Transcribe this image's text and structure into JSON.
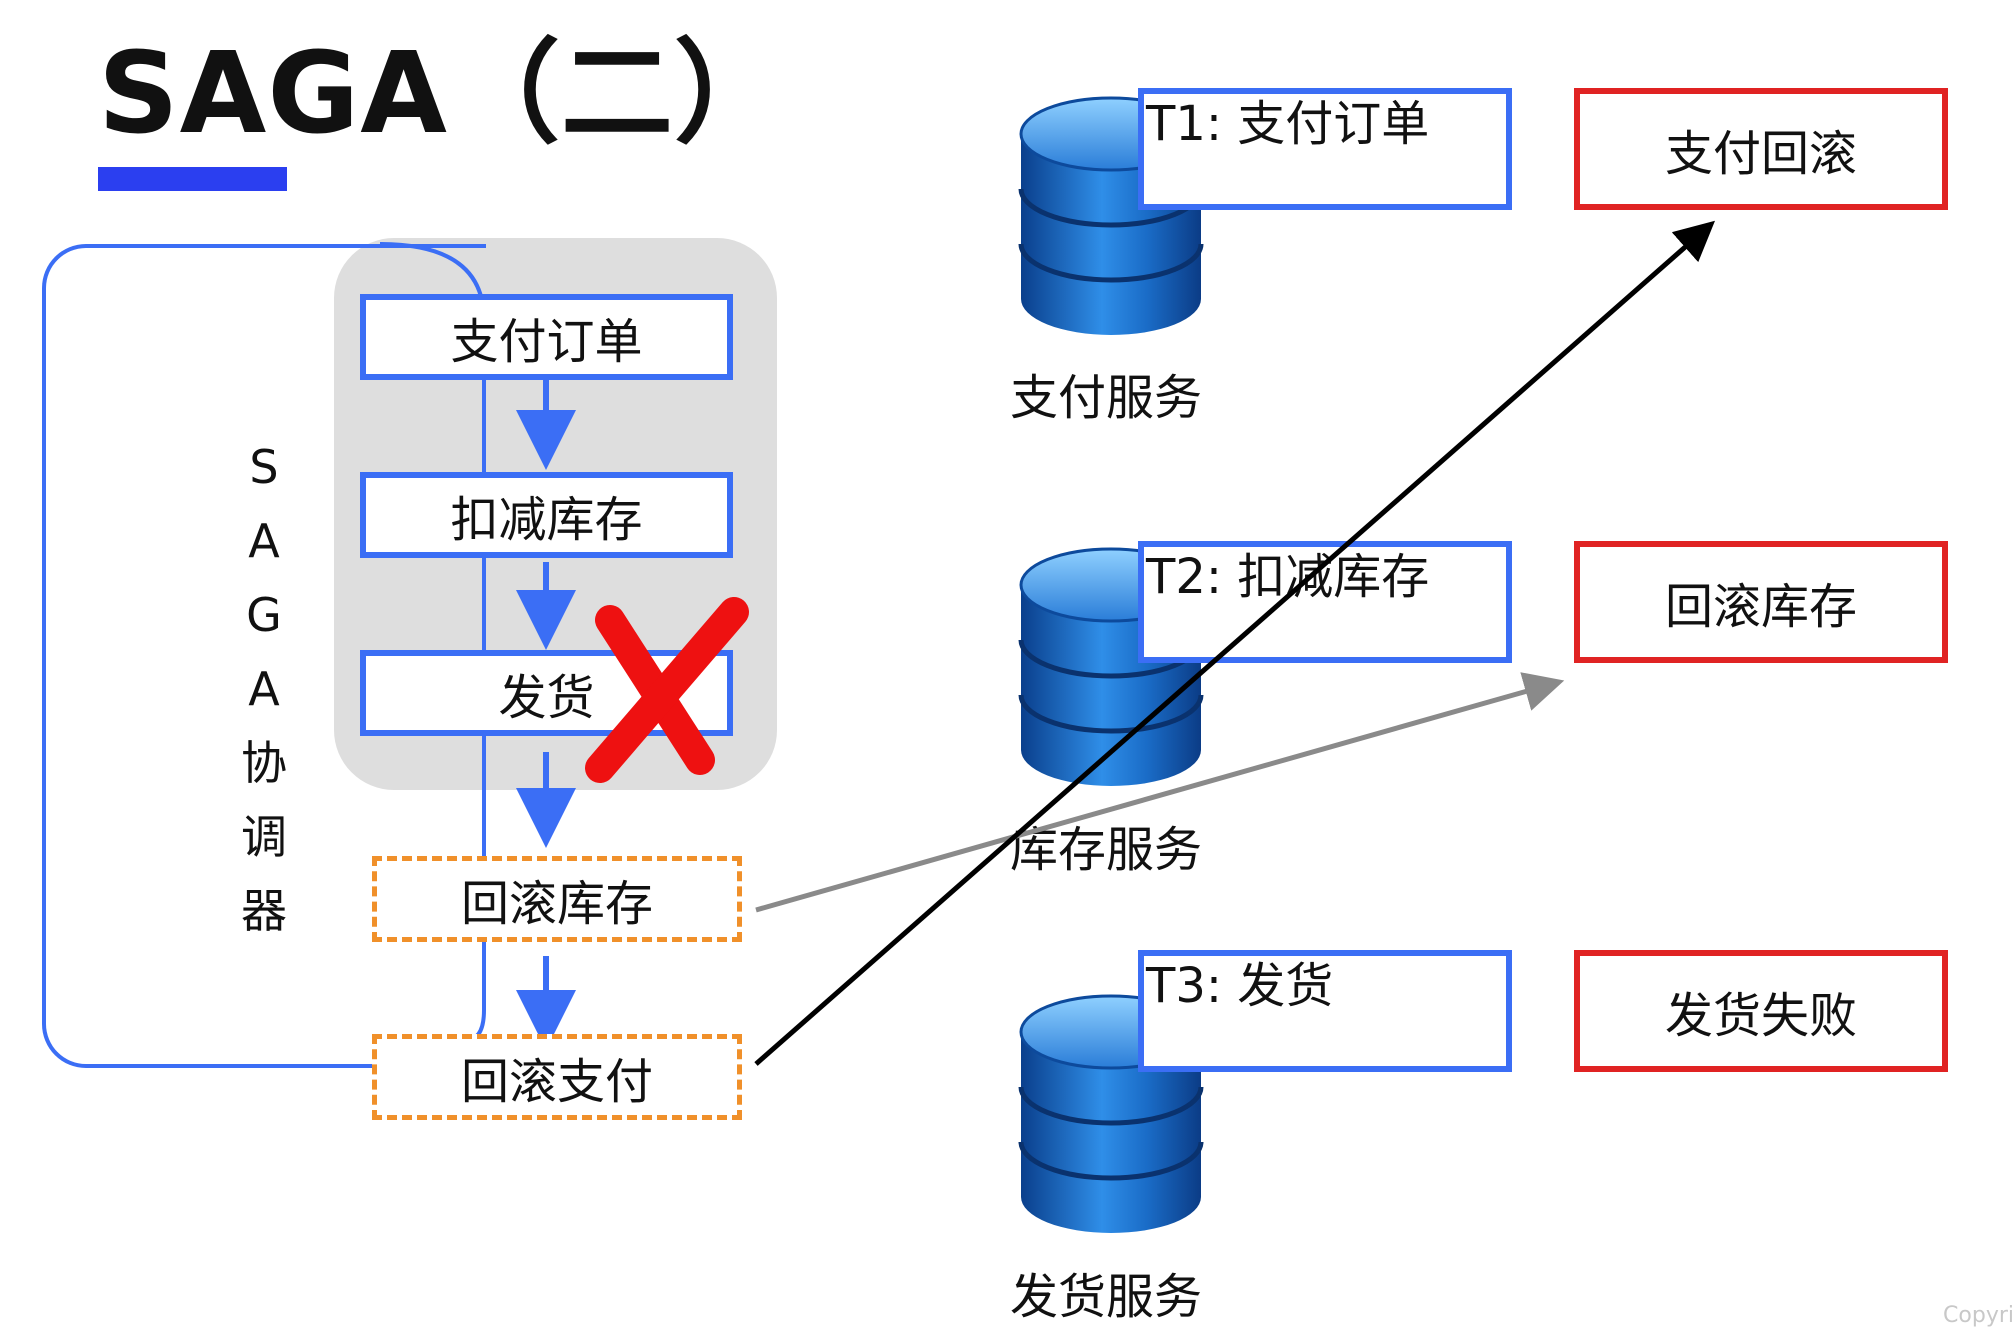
{
  "title": "SAGA（二）",
  "coordinator_label": "S\nA\nG\nA\n协\n调\n器",
  "steps": {
    "pay": "支付订单",
    "deduct": "扣减库存",
    "ship": "发货"
  },
  "compensations": {
    "rollback_stock": "回滚库存",
    "rollback_pay": "回滚支付"
  },
  "services": [
    {
      "name": "支付服务",
      "task": "T1: 支付订单",
      "result": "支付回滚"
    },
    {
      "name": "库存服务",
      "task": "T2: 扣减库存",
      "result": "回滚库存"
    },
    {
      "name": "发货服务",
      "task": "T3: 发货",
      "result": "发货失败"
    }
  ],
  "colors": {
    "step_border": "#3b6ef5",
    "compensation_border": "#f0902a",
    "result_border": "#e02323",
    "fail_mark": "#ee1111",
    "title_bar": "#2b3ff0"
  },
  "copyright": "Copyri"
}
